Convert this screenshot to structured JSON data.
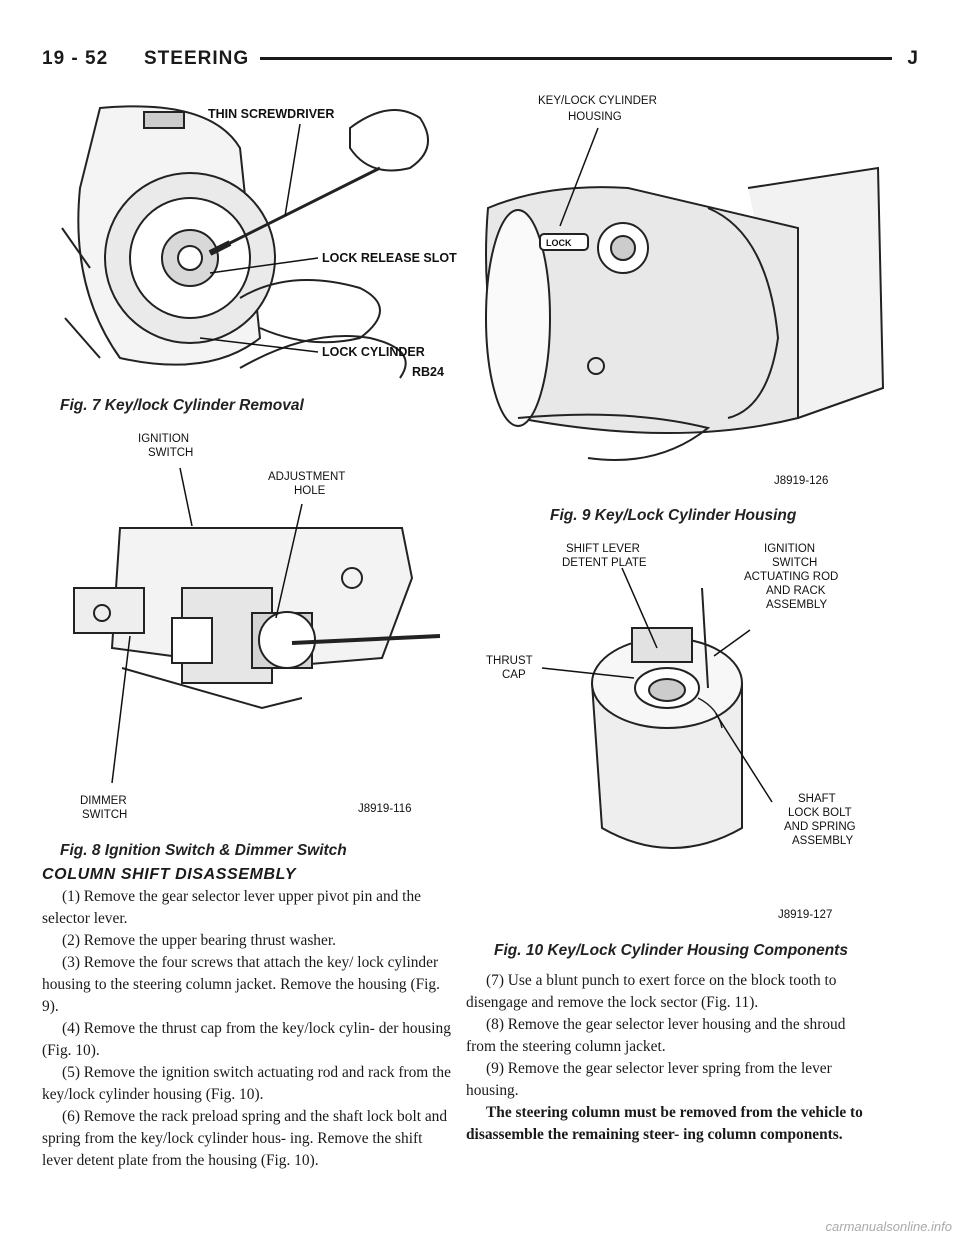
{
  "header": {
    "page": "19 - 52",
    "section": "STEERING",
    "mark": "J"
  },
  "fig7": {
    "caption": "Fig. 7 Key/lock Cylinder Removal",
    "labels": {
      "thin_screwdriver": "THIN SCREWDRIVER",
      "lock_release_slot": "LOCK RELEASE SLOT",
      "lock_cylinder": "LOCK CYLINDER",
      "code": "RB24"
    }
  },
  "fig8": {
    "caption": "Fig. 8 Ignition Switch & Dimmer Switch",
    "labels": {
      "ignition_1": "IGNITION",
      "ignition_2": "SWITCH",
      "adjustment_1": "ADJUSTMENT",
      "adjustment_2": "HOLE",
      "dimmer_1": "DIMMER",
      "dimmer_2": "SWITCH",
      "code": "J8919-116"
    }
  },
  "fig9": {
    "caption": "Fig. 9 Key/Lock Cylinder Housing",
    "labels": {
      "keylock_1": "KEY/LOCK CYLINDER",
      "keylock_2": "HOUSING",
      "lock": "LOCK",
      "code": "J8919-126"
    }
  },
  "fig10": {
    "caption": "Fig. 10 Key/Lock Cylinder Housing Components",
    "labels": {
      "shift_1": "SHIFT LEVER",
      "shift_2": "DETENT PLATE",
      "ign_1": "IGNITION",
      "ign_2": "SWITCH",
      "ign_3": "ACTUATING ROD",
      "ign_4": "AND RACK",
      "ign_5": "ASSEMBLY",
      "thrust_1": "THRUST",
      "thrust_2": "CAP",
      "shaft_1": "SHAFT",
      "shaft_2": "LOCK BOLT",
      "shaft_3": "AND SPRING",
      "shaft_4": "ASSEMBLY",
      "code": "J8919-127"
    }
  },
  "section_heading": "COLUMN SHIFT DISASSEMBLY",
  "left_column": [
    "(1) Remove the gear selector lever upper pivot pin and the selector lever.",
    "(2) Remove the upper bearing thrust washer.",
    "(3) Remove the four screws that attach the key/ lock cylinder housing to the steering column jacket. Remove the housing (Fig. 9).",
    "(4) Remove the thrust cap from the key/lock cylin- der housing (Fig. 10).",
    "(5) Remove the ignition switch actuating rod and rack from the key/lock cylinder housing (Fig. 10).",
    "(6) Remove the rack preload spring and the shaft lock bolt and spring from the key/lock cylinder hous- ing. Remove the shift lever detent plate from the housing (Fig. 10)."
  ],
  "right_column": [
    "(7) Use a blunt punch to exert force on the block tooth to disengage and remove the lock sector (Fig. 11).",
    "(8) Remove the gear selector lever housing and the shroud from the steering column jacket.",
    "(9) Remove the gear selector lever spring from the lever housing."
  ],
  "note": "The steering column must be removed from the vehicle to disassemble the remaining steer- ing column components.",
  "footer": "carmanualsonline.info"
}
